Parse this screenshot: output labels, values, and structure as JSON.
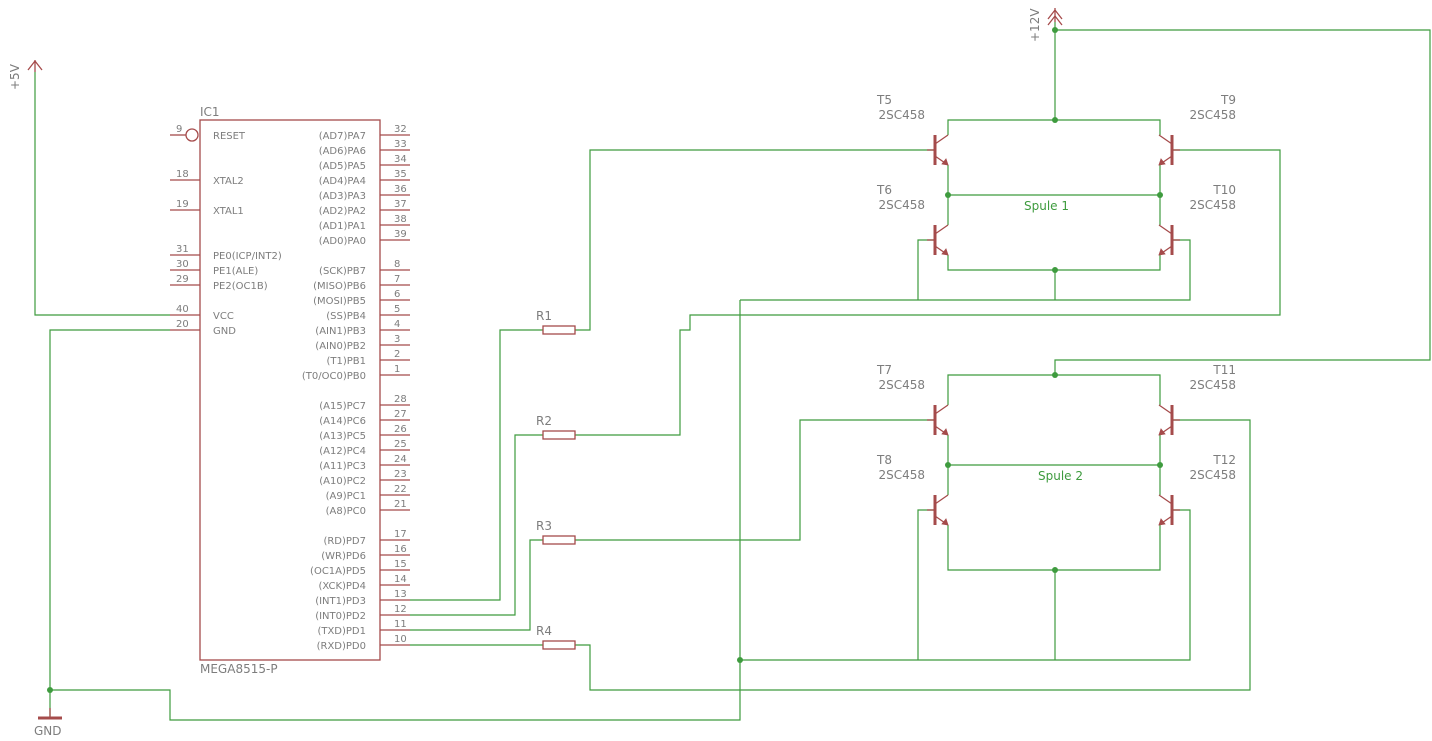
{
  "ic": {
    "name": "IC1",
    "value": "MEGA8515-P",
    "left_pins": [
      {
        "num": "9",
        "label": "RESET"
      },
      {
        "num": "18",
        "label": "XTAL2"
      },
      {
        "num": "19",
        "label": "XTAL1"
      },
      {
        "num": "31",
        "label": "PE0(ICP/INT2)"
      },
      {
        "num": "30",
        "label": "PE1(ALE)"
      },
      {
        "num": "29",
        "label": "PE2(OC1B)"
      },
      {
        "num": "40",
        "label": "VCC"
      },
      {
        "num": "20",
        "label": "GND"
      }
    ],
    "right_pins": [
      {
        "num": "32",
        "label": "(AD7)PA7"
      },
      {
        "num": "33",
        "label": "(AD6)PA6"
      },
      {
        "num": "34",
        "label": "(AD5)PA5"
      },
      {
        "num": "35",
        "label": "(AD4)PA4"
      },
      {
        "num": "36",
        "label": "(AD3)PA3"
      },
      {
        "num": "37",
        "label": "(AD2)PA2"
      },
      {
        "num": "38",
        "label": "(AD1)PA1"
      },
      {
        "num": "39",
        "label": "(AD0)PA0"
      },
      {
        "num": "8",
        "label": "(SCK)PB7"
      },
      {
        "num": "7",
        "label": "(MISO)PB6"
      },
      {
        "num": "6",
        "label": "(MOSI)PB5"
      },
      {
        "num": "5",
        "label": "(SS)PB4"
      },
      {
        "num": "4",
        "label": "(AIN1)PB3"
      },
      {
        "num": "3",
        "label": "(AIN0)PB2"
      },
      {
        "num": "2",
        "label": "(T1)PB1"
      },
      {
        "num": "1",
        "label": "(T0/OC0)PB0"
      },
      {
        "num": "28",
        "label": "(A15)PC7"
      },
      {
        "num": "27",
        "label": "(A14)PC6"
      },
      {
        "num": "26",
        "label": "(A13)PC5"
      },
      {
        "num": "25",
        "label": "(A12)PC4"
      },
      {
        "num": "24",
        "label": "(A11)PC3"
      },
      {
        "num": "23",
        "label": "(A10)PC2"
      },
      {
        "num": "22",
        "label": "(A9)PC1"
      },
      {
        "num": "21",
        "label": "(A8)PC0"
      },
      {
        "num": "17",
        "label": "(RD)PD7"
      },
      {
        "num": "16",
        "label": "(WR)PD6"
      },
      {
        "num": "15",
        "label": "(OC1A)PD5"
      },
      {
        "num": "14",
        "label": "(XCK)PD4"
      },
      {
        "num": "13",
        "label": "(INT1)PD3"
      },
      {
        "num": "12",
        "label": "(INT0)PD2"
      },
      {
        "num": "11",
        "label": "(TXD)PD1"
      },
      {
        "num": "10",
        "label": "(RXD)PD0"
      }
    ]
  },
  "supplies": {
    "p5v": "+5V",
    "p12v": "+12V",
    "gnd": "GND"
  },
  "resistors": [
    "R1",
    "R2",
    "R3",
    "R4"
  ],
  "transistors": [
    {
      "name": "T5",
      "value": "2SC458"
    },
    {
      "name": "T6",
      "value": "2SC458"
    },
    {
      "name": "T9",
      "value": "2SC458"
    },
    {
      "name": "T10",
      "value": "2SC458"
    },
    {
      "name": "T7",
      "value": "2SC458"
    },
    {
      "name": "T8",
      "value": "2SC458"
    },
    {
      "name": "T11",
      "value": "2SC458"
    },
    {
      "name": "T12",
      "value": "2SC458"
    }
  ],
  "coils": [
    "Spule 1",
    "Spule 2"
  ],
  "colors": {
    "wire": "#3e9b3e",
    "symbol": "#a54b4b",
    "text": "#7d7d7d",
    "background": "#ffffff"
  }
}
